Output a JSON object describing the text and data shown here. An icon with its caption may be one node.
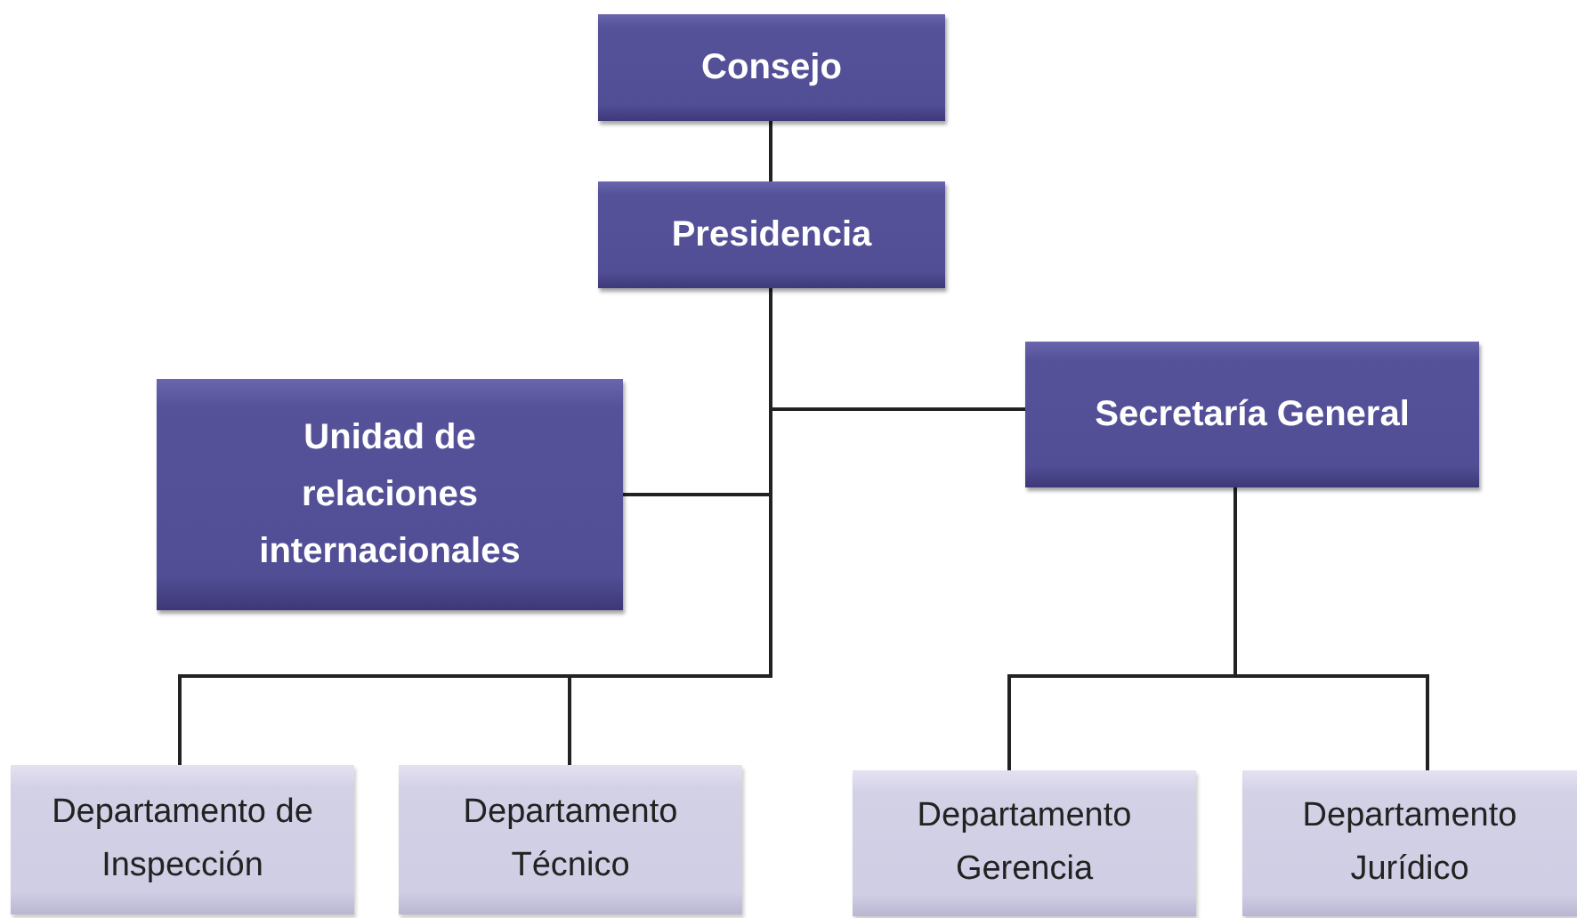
{
  "diagram": {
    "nodes": [
      {
        "text": [
          "Consejo"
        ]
      },
      {
        "text": [
          "Presidencia"
        ]
      },
      {
        "text": [
          "Unidad de relaciones internacionales"
        ]
      },
      {
        "text": [
          "Secretaría General"
        ]
      },
      {
        "text": [
          "Departamento de Inspección"
        ]
      },
      {
        "text": [
          "Departamento Técnico"
        ]
      },
      {
        "text": [
          "Departamento Gerencia"
        ]
      },
      {
        "text": [
          "Departamento Jurídico"
        ]
      }
    ],
    "edges": [
      {
        "from": 0,
        "to": 1,
        "arrow": "none"
      },
      {
        "from": 1,
        "to": 3,
        "arrow": "none"
      },
      {
        "from": 1,
        "to": 2,
        "arrow": "none"
      },
      {
        "from": 1,
        "to": 4,
        "arrow": "none"
      },
      {
        "from": 1,
        "to": 5,
        "arrow": "none"
      },
      {
        "from": 3,
        "to": 6,
        "arrow": "none"
      },
      {
        "from": 3,
        "to": 7,
        "arrow": "none"
      }
    ]
  }
}
